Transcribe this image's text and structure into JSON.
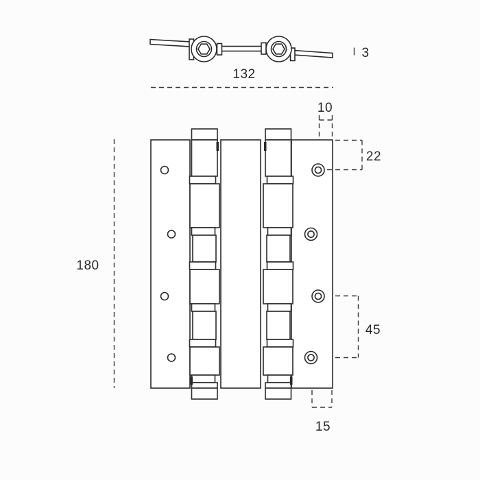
{
  "colors": {
    "background": "#fcfcfc",
    "line": "#2a2a2a"
  },
  "top_view": {
    "width_label": "132",
    "leaf_thickness_label": "3"
  },
  "front_view": {
    "height_label": "180",
    "top_hole_edge_offset_label": "10",
    "top_hole_distance_label": "22",
    "hole_pitch_label": "45",
    "bottom_hole_edge_offset_label": "15"
  }
}
